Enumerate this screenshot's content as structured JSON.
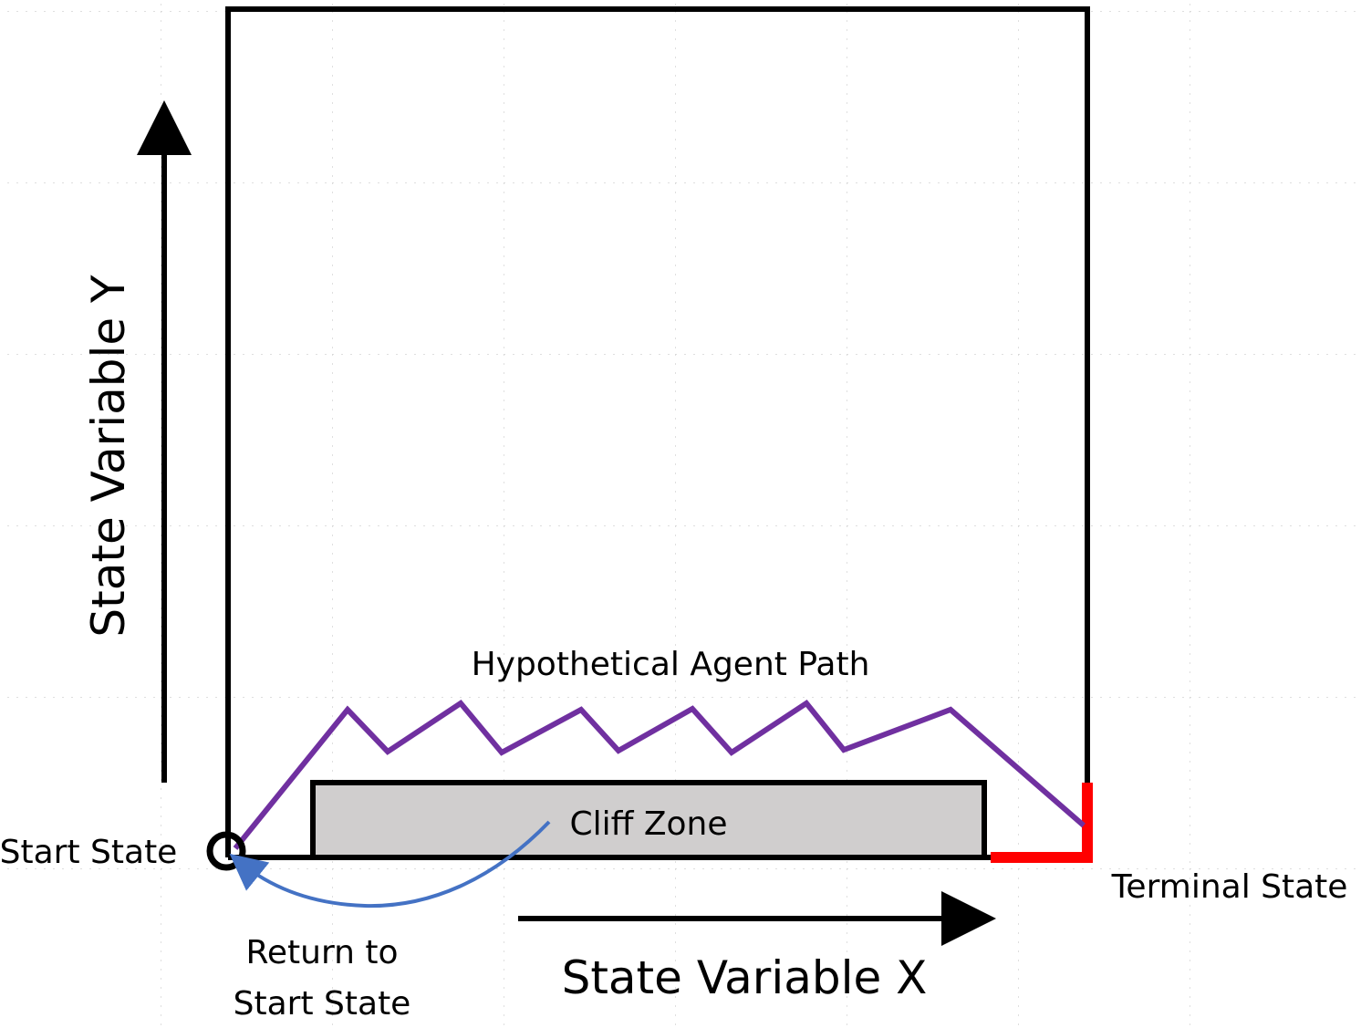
{
  "labels": {
    "y_axis": "State Variable Y",
    "x_axis": "State Variable X",
    "start_state": "Start State",
    "terminal_state": "Terminal State",
    "agent_path": "Hypothetical Agent Path",
    "cliff_zone": "Cliff Zone",
    "return_line1": "Return to",
    "return_line2": "Start State"
  },
  "colors": {
    "boundary": "#000000",
    "agent_path": "#7030a0",
    "terminal": "#ff0000",
    "cliff_fill": "#d0cece",
    "return_arrow": "#4472c4",
    "grid_dots": "#d4d4d4"
  }
}
